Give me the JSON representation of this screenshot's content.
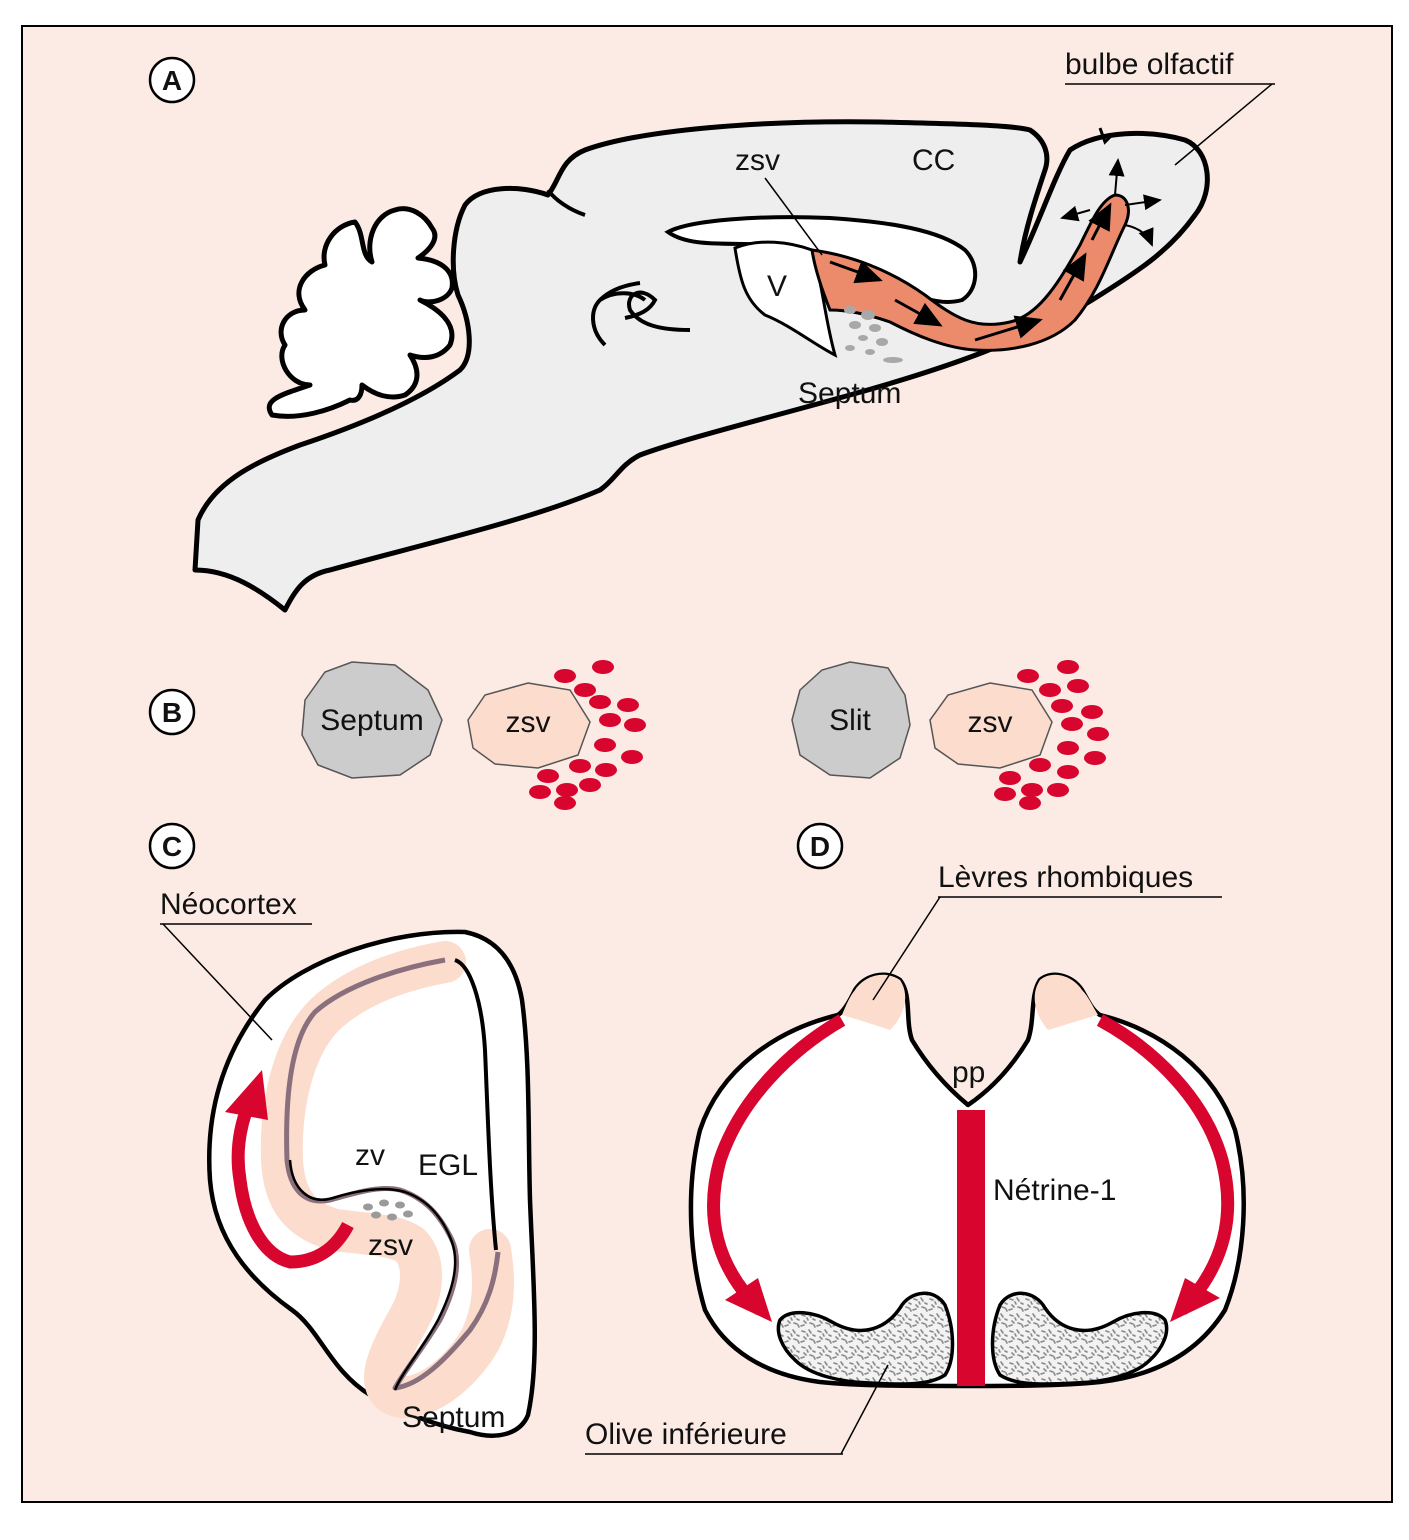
{
  "panels": {
    "A": {
      "letter": "A",
      "labels": {
        "bulbe": "bulbe olfactif",
        "zsv": "zsv",
        "cc": "CC",
        "v": "V",
        "septum": "Septum"
      }
    },
    "B": {
      "letter": "B",
      "left_source": "Septum",
      "left_zsv": "zsv",
      "right_source": "Slit",
      "right_zsv": "zsv"
    },
    "C": {
      "letter": "C",
      "labels": {
        "neocortex": "Néocortex",
        "zv": "zv",
        "egl": "EGL",
        "zsv": "zsv",
        "septum": "Septum"
      }
    },
    "D": {
      "letter": "D",
      "labels": {
        "levres": "Lèvres rhombiques",
        "pp": "pp",
        "netrine": "Nétrine-1",
        "olive": "Olive inférieure"
      }
    }
  },
  "colors": {
    "background": "#fcebe4",
    "brain_fill": "#eeeeee",
    "rms_fill": "#ec8b6c",
    "zsv_fill": "#fbdccd",
    "neuron_red": "#d8062e",
    "gray_circle": "#cccccc",
    "olive_fill": "#d9d9d9",
    "mauve_line": "#8a6f7d"
  }
}
